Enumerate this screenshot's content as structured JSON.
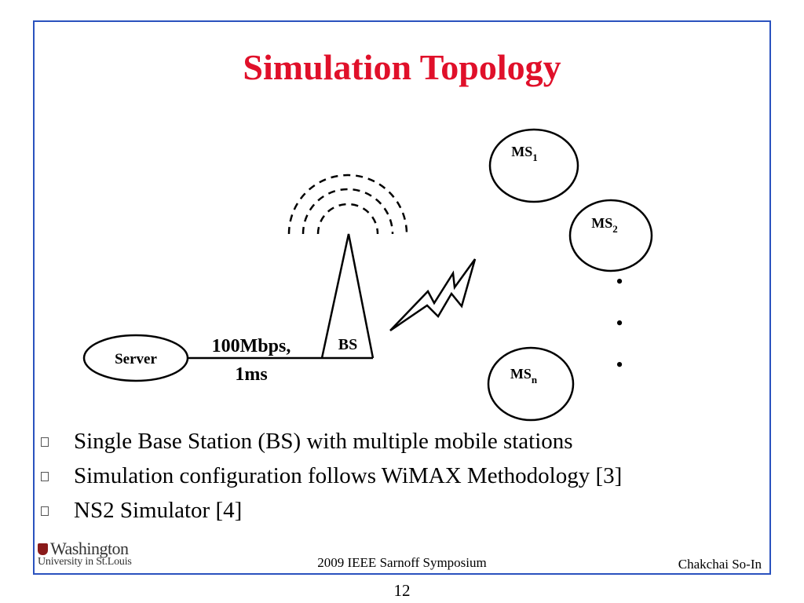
{
  "title": "Simulation Topology",
  "diagram": {
    "server_label": "Server",
    "link_label_line1": "100Mbps,",
    "link_label_line2": "1ms",
    "bs_label": "BS",
    "mobile_stations": [
      {
        "base": "MS",
        "sub": "1"
      },
      {
        "base": "MS",
        "sub": "2"
      },
      {
        "base": "MS",
        "sub": "n"
      }
    ],
    "ellipsis_dots": [
      "•",
      "•",
      "•"
    ]
  },
  "bullets": [
    "Single Base Station (BS) with multiple mobile stations",
    "Simulation configuration follows WiMAX Methodology [3]",
    "NS2 Simulator [4]"
  ],
  "logo": {
    "name": "Washington",
    "subtitle": "University in St.Louis"
  },
  "footer": {
    "center": "2009 IEEE Sarnoff Symposium",
    "right": "Chakchai So-In"
  },
  "page_number": "12"
}
